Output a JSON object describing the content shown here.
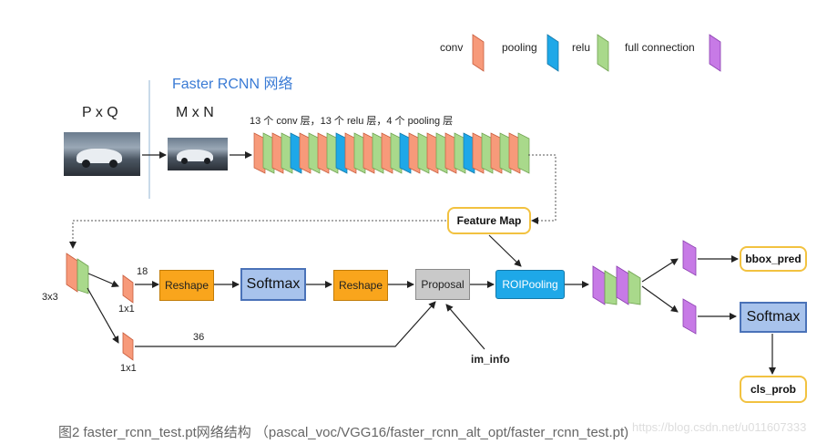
{
  "legend": [
    {
      "label": "conv",
      "color": "#f79a7a",
      "type": "conv"
    },
    {
      "label": "pooling",
      "color": "#1ea8e8",
      "type": "pooling"
    },
    {
      "label": "relu",
      "color": "#a9d98b",
      "type": "relu"
    },
    {
      "label": "full connection",
      "color": "#c77ae6",
      "type": "fc"
    }
  ],
  "title": "Faster RCNN 网络",
  "input_label": "P x Q",
  "resized_label": "M x N",
  "backbone_caption": "13 个 conv 层，13 个 relu 层，4 个 pooling 层",
  "backbone_sequence": [
    "conv",
    "relu",
    "conv",
    "relu",
    "pooling",
    "conv",
    "relu",
    "conv",
    "relu",
    "pooling",
    "conv",
    "relu",
    "conv",
    "relu",
    "conv",
    "relu",
    "pooling",
    "conv",
    "relu",
    "conv",
    "relu",
    "conv",
    "relu",
    "pooling",
    "conv",
    "relu",
    "conv",
    "relu",
    "conv",
    "relu"
  ],
  "nodes": {
    "feature_map": "Feature Map",
    "rpn_kernel": "3x3",
    "cls_kernel": "1x1",
    "reg_kernel": "1x1",
    "cls_channels": "18",
    "reg_channels": "36",
    "reshape_1": "Reshape",
    "softmax_rpn": "Softmax",
    "reshape_2": "Reshape",
    "proposal": "Proposal",
    "roi_pooling": "ROIPooling",
    "im_info": "im_info",
    "bbox_pred": "bbox_pred",
    "softmax_cls": "Softmax",
    "cls_prob": "cls_prob"
  },
  "caption": "图2 faster_rcnn_test.pt网络结构 （pascal_voc/VGG16/faster_rcnn_alt_opt/faster_rcnn_test.pt)",
  "watermark": "https://blog.csdn.net/u011607333"
}
